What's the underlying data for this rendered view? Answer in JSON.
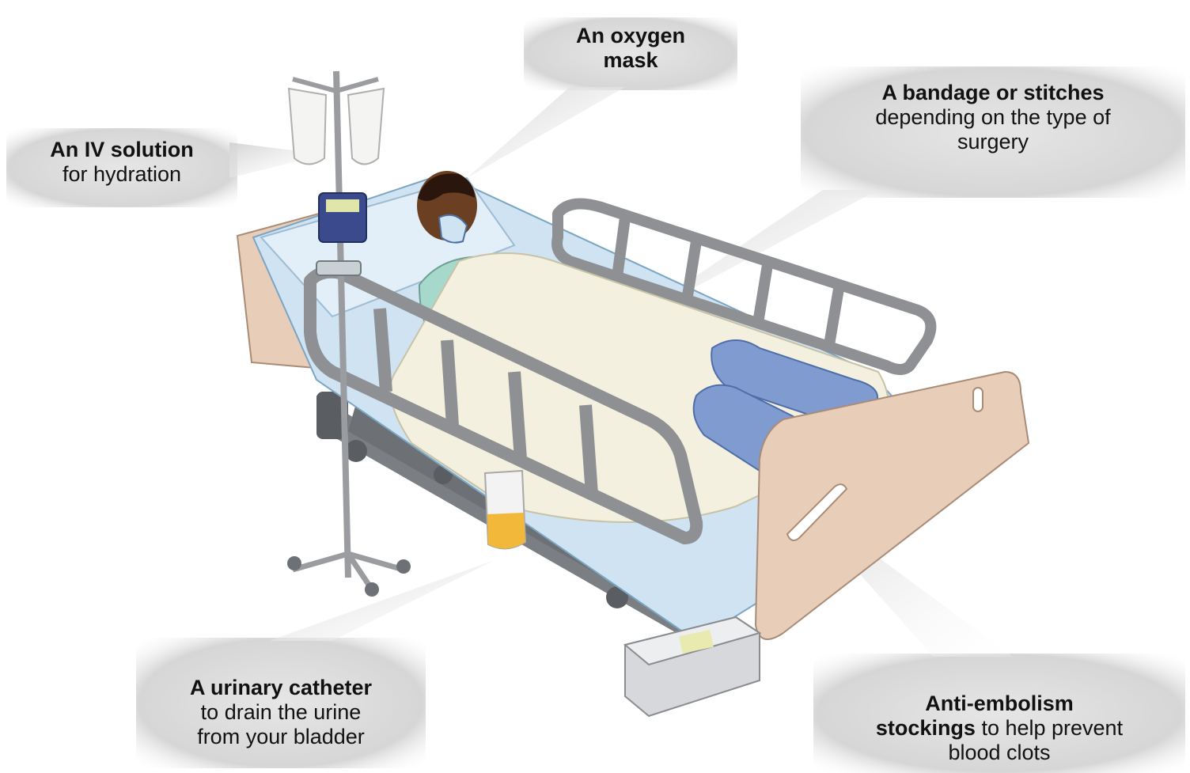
{
  "callouts": {
    "oxygen": {
      "bold": "An oxygen",
      "bold2": "mask"
    },
    "iv": {
      "bold": "An IV solution",
      "rest": "for hydration"
    },
    "bandage": {
      "bold": "A bandage or stitches",
      "rest1": "depending on the type of",
      "rest2": "surgery"
    },
    "catheter": {
      "bold": "A urinary catheter",
      "rest1": "to drain the urine",
      "rest2": "from your bladder"
    },
    "stockings": {
      "bold": "Anti-embolism",
      "bold2": "stockings",
      "rest1": " to help prevent",
      "rest2": "blood clots"
    }
  },
  "colors": {
    "callout_bg": "#d4d4d4",
    "bed_frame": "#8e9094",
    "headboard": "#e8cdb8",
    "sheet": "#f4f0df",
    "mattress": "#cfe3f2",
    "stockings": "#7f9bd0",
    "gown": "#a7d8cc",
    "skin": "#6b3f22",
    "urine": "#f2b83a"
  }
}
